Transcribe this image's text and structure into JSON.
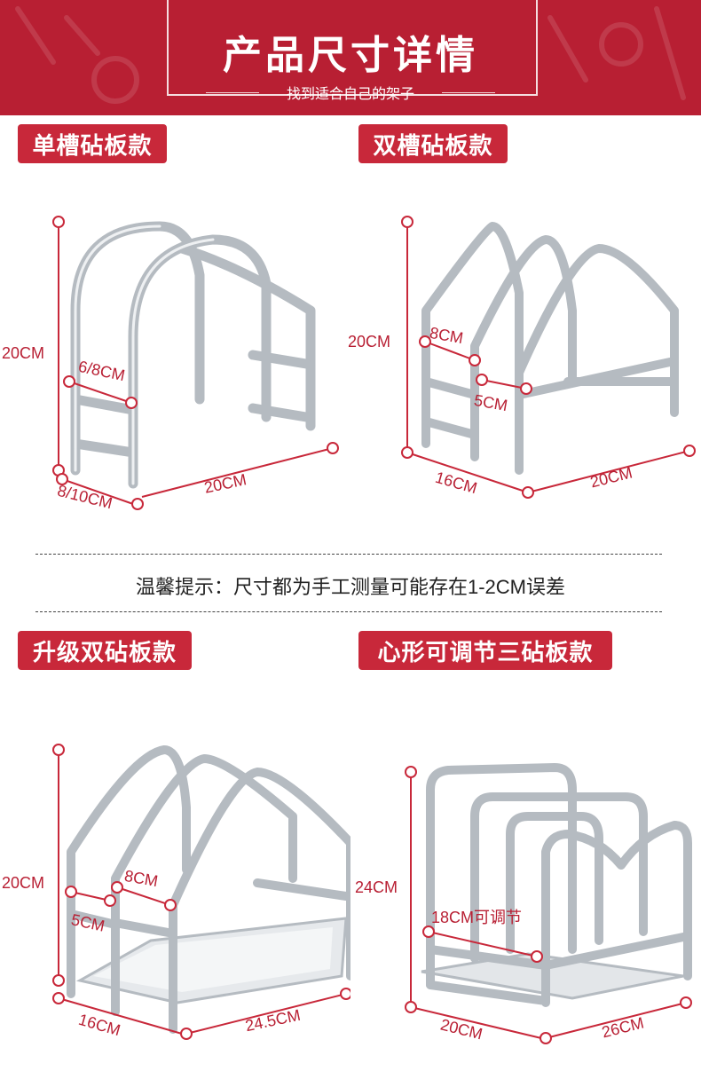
{
  "header": {
    "title": "产品尺寸详情",
    "subtitle": "找到适合自己的架子"
  },
  "sections": [
    {
      "label": "单槽砧板款",
      "dims": {
        "height": "20CM",
        "slot": "6/8CM",
        "depth": "8/10CM",
        "width": "20CM"
      }
    },
    {
      "label": "双槽砧板款",
      "dims": {
        "height": "20CM",
        "slot1": "8CM",
        "slot2": "5CM",
        "depth": "16CM",
        "width": "20CM"
      }
    },
    {
      "label": "升级双砧板款",
      "dims": {
        "height": "20CM",
        "slot1": "8CM",
        "slot2": "5CM",
        "depth": "16CM",
        "width": "24.5CM"
      }
    },
    {
      "label": "心形可调节三砧板款",
      "dims": {
        "height": "24CM",
        "adjust": "18CM可调节",
        "depth": "20CM",
        "width": "26CM"
      }
    }
  ],
  "notice": "温馨提示：尺寸都为手工测量可能存在1-2CM误差",
  "colors": {
    "accent": "#c8283a",
    "banner": "#b81f33",
    "steel": "#9aa0a6"
  }
}
